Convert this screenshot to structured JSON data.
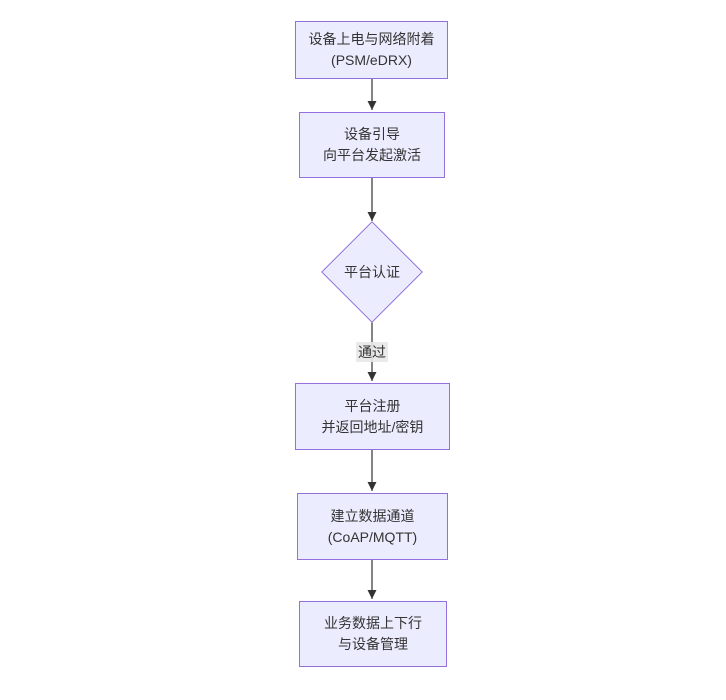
{
  "diagram": {
    "type": "flowchart",
    "direction": "top-down",
    "nodes": [
      {
        "id": "A",
        "shape": "rect",
        "label": "设备上电与网络附着\n(PSM/eDRX)"
      },
      {
        "id": "B",
        "shape": "rect",
        "label": "设备引导\n向平台发起激活"
      },
      {
        "id": "C",
        "shape": "diamond",
        "label": "平台认证"
      },
      {
        "id": "D",
        "shape": "rect",
        "label": "平台注册\n并返回地址/密钥"
      },
      {
        "id": "E",
        "shape": "rect",
        "label": "建立数据通道\n(CoAP/MQTT)"
      },
      {
        "id": "F",
        "shape": "rect",
        "label": "业务数据上下行\n与设备管理"
      }
    ],
    "edges": [
      {
        "from": "A",
        "to": "B",
        "label": ""
      },
      {
        "from": "B",
        "to": "C",
        "label": ""
      },
      {
        "from": "C",
        "to": "D",
        "label": "通过"
      },
      {
        "from": "D",
        "to": "E",
        "label": ""
      },
      {
        "from": "E",
        "to": "F",
        "label": ""
      }
    ],
    "colors": {
      "node_fill": "#ECECFF",
      "node_border": "#9370DB",
      "edge_stroke": "#333333",
      "label_text": "#333333",
      "edge_label_bg": "#E8E8E8",
      "background": "#FFFFFF"
    }
  }
}
